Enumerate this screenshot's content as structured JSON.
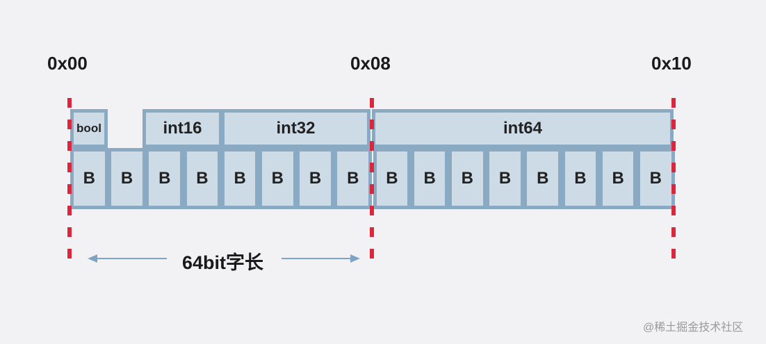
{
  "addresses": [
    "0x00",
    "0x08",
    "0x10"
  ],
  "fields": {
    "bool": "bool",
    "int16": "int16",
    "int32": "int32",
    "int64": "int64"
  },
  "byte_label": "B",
  "byte_count": 16,
  "word_label": "64bit字长",
  "watermark": "@稀土掘金技术社区",
  "colors": {
    "background": "#f2f2f4",
    "box_fill": "#cddbe6",
    "box_border": "#8aaac4",
    "boundary_line": "#d9283e",
    "arrow": "#7ea3c3"
  }
}
